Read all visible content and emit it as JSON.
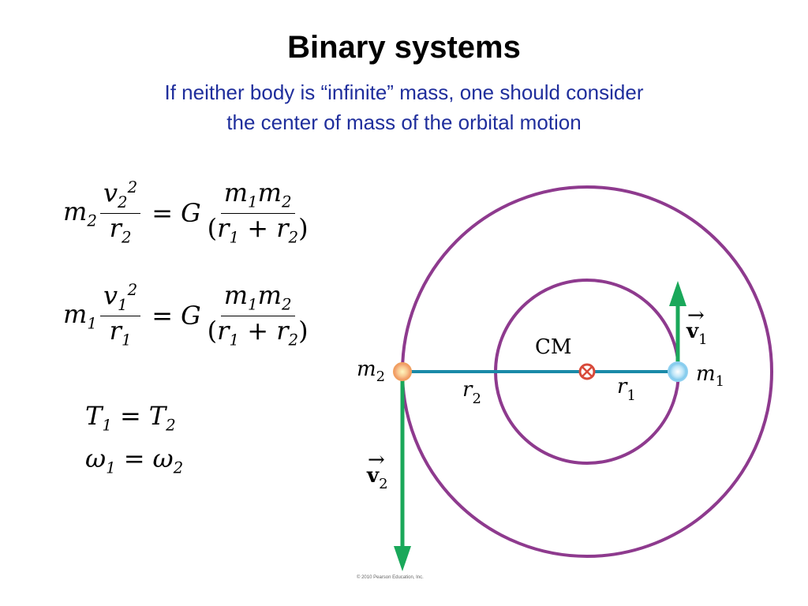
{
  "title": "Binary systems",
  "subtitle": {
    "line1": "If neither body is “infinite” mass, one should consider",
    "line2": "the center of mass of the orbital motion"
  },
  "diagram": {
    "cm_label": "CM",
    "m2_label": "m",
    "m2_sub": "2",
    "m1_label": "m",
    "m1_sub": "1",
    "r2_label": "r",
    "r2_sub": "2",
    "r1_label": "r",
    "r1_sub": "1",
    "v1_label": "v",
    "v1_sub": "1",
    "v2_label": "v",
    "v2_sub": "2",
    "vector_arrow": "→",
    "colors": {
      "orbit": "#8e3a8e",
      "line": "#1a8aa8",
      "velocity": "#1aa85a",
      "cm_marker": "#d84a3a",
      "m1_body": "#8fd0f0",
      "m2_body": "#f0a060"
    }
  },
  "copyright": "© 2010 Pearson Education, Inc."
}
